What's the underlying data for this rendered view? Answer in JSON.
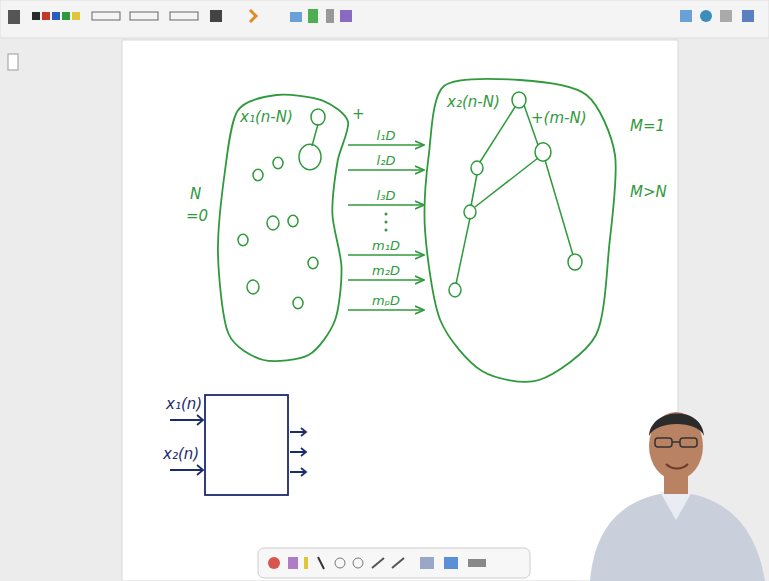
{
  "diagram": {
    "nodes": [
      {
        "text": [
          "x₁(n-N)"
        ]
      },
      {
        "text": [
          "x₂(n-N)",
          "+(m-N)"
        ]
      }
    ],
    "edges": [
      {
        "from": 0,
        "to": 1,
        "arrow": "to",
        "label": "l₁D"
      },
      {
        "from": 0,
        "to": 1,
        "arrow": "to",
        "label": "l₂D"
      },
      {
        "from": 0,
        "to": 1,
        "arrow": "to",
        "label": "l₃D"
      },
      {
        "from": 0,
        "to": 1,
        "arrow": "to",
        "label": "m₁D"
      },
      {
        "from": 0,
        "to": 1,
        "arrow": "to",
        "label": "m₂D"
      },
      {
        "from": 0,
        "to": 1,
        "arrow": "to",
        "label": "mₚD"
      }
    ],
    "labels": [
      "N",
      "=0",
      "+",
      "M=1",
      "M>N",
      "x₁(n)",
      "x₂(n)"
    ]
  }
}
